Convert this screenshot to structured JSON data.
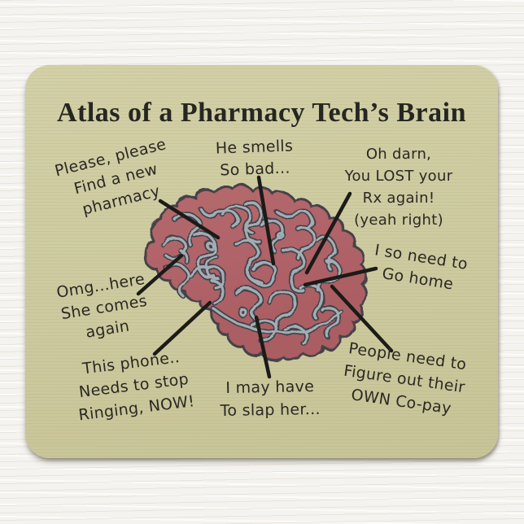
{
  "product": {
    "title": "Atlas of a Pharmacy Tech’s Brain"
  },
  "labels": [
    {
      "id": "please-pharmacy",
      "lines": [
        "Please, please",
        "Find a new",
        "pharmacy"
      ]
    },
    {
      "id": "he-smells",
      "lines": [
        "He smells",
        "So bad..."
      ]
    },
    {
      "id": "oh-darn",
      "lines": [
        "Oh darn,",
        "You LOST your",
        "Rx again!",
        "(yeah right)"
      ]
    },
    {
      "id": "omg-here",
      "lines": [
        "Omg...here",
        "She comes",
        "again"
      ]
    },
    {
      "id": "go-home",
      "lines": [
        "I so need to",
        "Go home"
      ]
    },
    {
      "id": "phone",
      "lines": [
        "This phone..",
        "Needs to stop",
        "Ringing, NOW!"
      ]
    },
    {
      "id": "slap",
      "lines": [
        "I may have",
        "To slap her..."
      ]
    },
    {
      "id": "co-pay",
      "lines": [
        "People need to",
        "Figure out their",
        "OWN Co-pay"
      ]
    }
  ],
  "colors": {
    "wall": "#f5f3ef",
    "mousepad": "#cdca9f",
    "brain_fill": "#b2656a",
    "brain_fill_dark": "#a85c61",
    "brain_outline": "#45424a",
    "sulci_highlight": "#a3adb3",
    "pointer_line": "#1b1b18",
    "ink": "#2a2823",
    "title": "#262621"
  }
}
